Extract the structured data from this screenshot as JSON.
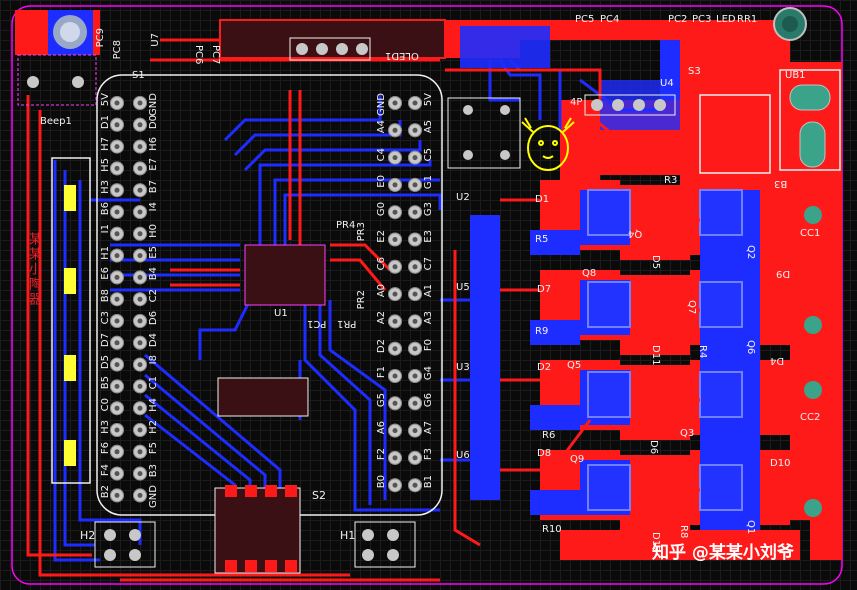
{
  "board": {
    "title": "",
    "colors": {
      "background": "#0a0a0a",
      "board_outline": "#ff00ff",
      "top_copper": "#ff1a1a",
      "bottom_copper": "#1e2dff",
      "top_overlay": "#ffff00",
      "bottom_overlay": "#f0f0f0",
      "pad": "#c8c8c8",
      "keepout": "#ff40ff"
    }
  },
  "labels": {
    "pc9": "PC9",
    "pc8": "PC8",
    "u7": "U7",
    "pc6": "PC6",
    "pc7": "PC7",
    "oled": "OLED1",
    "pc5": "PC5",
    "pc4": "PC4",
    "pc2": "PC2",
    "pc3": "PC3",
    "led": "LED",
    "rr1": "RR1",
    "s3": "S3",
    "ub1": "UB1",
    "u4": "U4",
    "s1": "S1",
    "beep": "Beep1",
    "c4p": "4P",
    "b3": "B3",
    "cc1": "CC1",
    "cc2": "CC2",
    "d9": "D9",
    "d10": "D10",
    "r3": "R3",
    "u2": "U2",
    "d1": "D1",
    "r5": "R5",
    "q8": "Q8",
    "q4": "Q4",
    "q2": "Q2",
    "d5": "D5",
    "d7": "D7",
    "u5": "U5",
    "r9": "R9",
    "q7": "Q7",
    "d11": "D11",
    "q6": "Q6",
    "r4": "R4",
    "d4": "D4",
    "u3": "U3",
    "d2": "D2",
    "q5": "Q5",
    "r6": "R6",
    "d6": "D6",
    "q3": "Q3",
    "u6": "U6",
    "d8": "D8",
    "q9": "Q9",
    "r10": "R10",
    "d12": "D12",
    "r8": "R8",
    "q1": "Q1",
    "pr4": "PR4",
    "pr3": "PR3",
    "pr2": "PR2",
    "pr1": "PR1",
    "pc1": "PC1",
    "u1": "U1",
    "s2": "S2",
    "h1": "H1",
    "h2": "H2",
    "vendor_text": "某某小陶器",
    "watermark": "知乎 @某某小刘爷"
  },
  "header_left": [
    "5V",
    "D1",
    "H7",
    "H5",
    "H3",
    "B6",
    "I1",
    "H1",
    "E6",
    "B8",
    "C3",
    "D7",
    "D5",
    "B5",
    "C0",
    "H3",
    "F6",
    "F4",
    "B2"
  ],
  "header_right": [
    "GND",
    "D0",
    "H6",
    "E7",
    "B7",
    "I4",
    "H0",
    "E5",
    "B4",
    "C2",
    "D6",
    "D4",
    "I8",
    "C1",
    "H4",
    "H2",
    "F5",
    "B3",
    "GND"
  ],
  "header2_left": [
    "GND",
    "A4",
    "C4",
    "E0",
    "G0",
    "E2",
    "C6",
    "A0",
    "A2",
    "D2",
    "F1",
    "G5",
    "A6",
    "F2",
    "B0"
  ],
  "header2_right": [
    "5V",
    "A5",
    "C5",
    "G1",
    "G3",
    "E3",
    "C7",
    "A1",
    "A3",
    "F0",
    "G4",
    "G6",
    "A7",
    "F3",
    "B1"
  ]
}
